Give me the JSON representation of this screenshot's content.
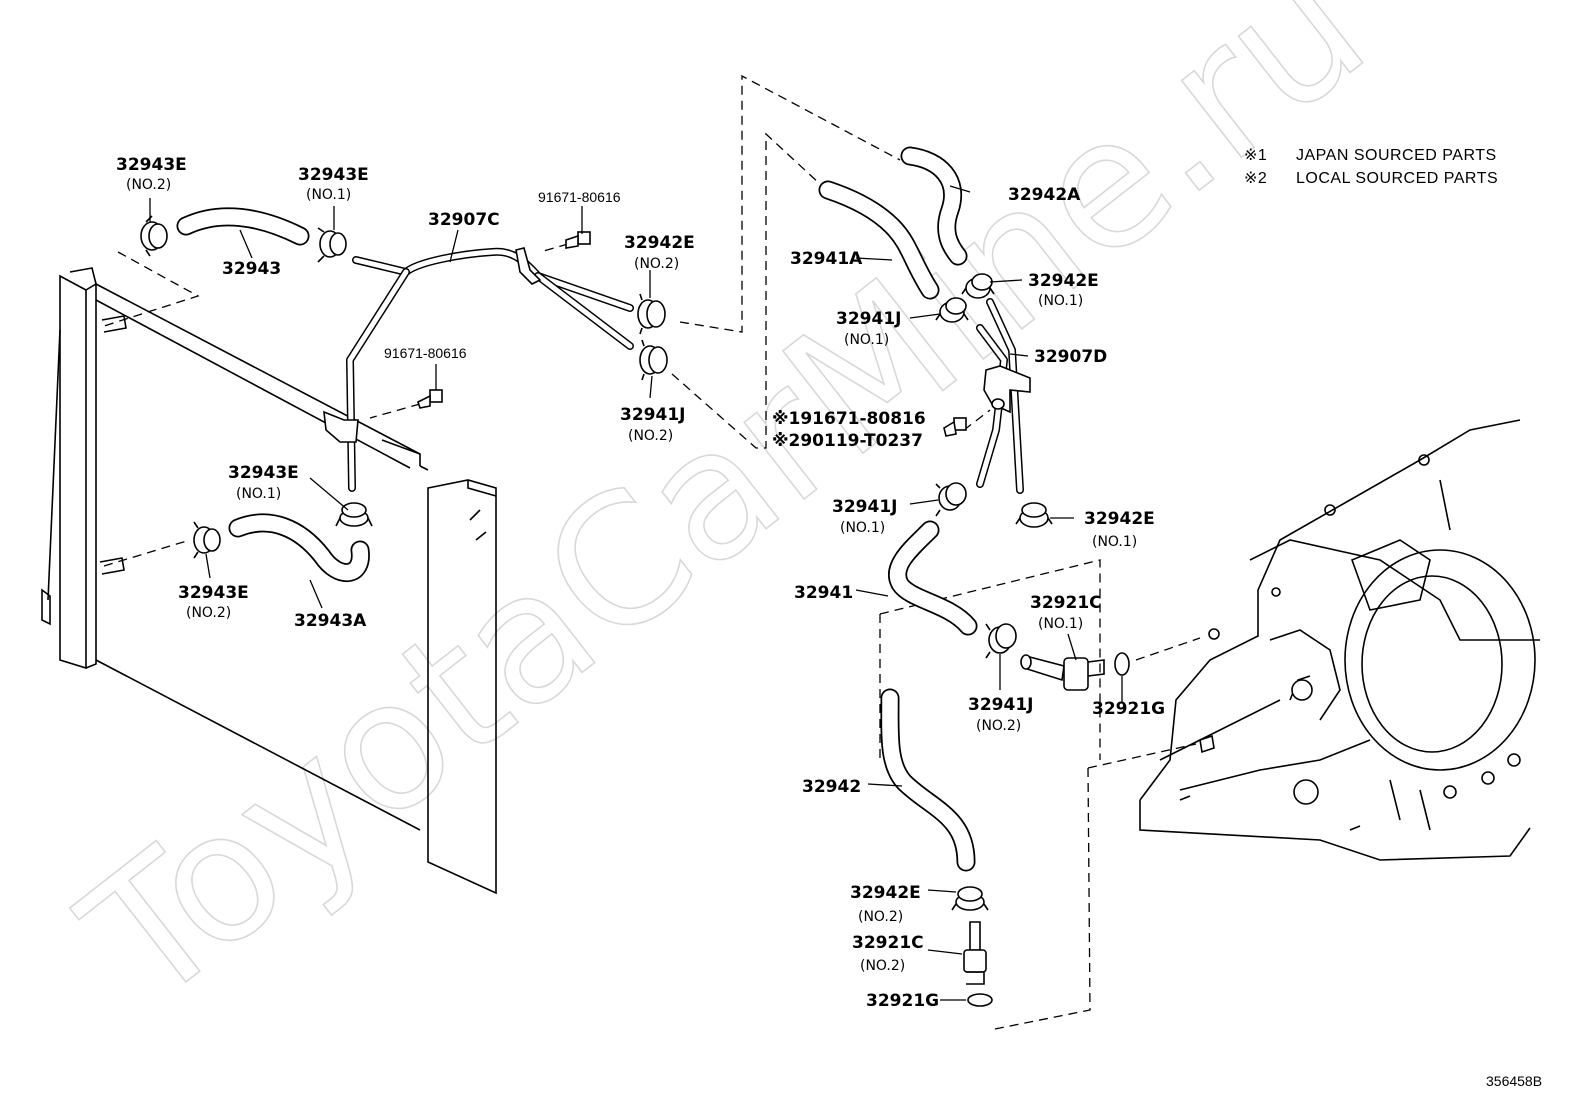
{
  "diagram": {
    "watermark": "ToyotaCarMine.ru",
    "legend": [
      {
        "mark": "※1",
        "text": "JAPAN SOURCED PARTS"
      },
      {
        "mark": "※2",
        "text": "LOCAL SOURCED PARTS"
      }
    ],
    "diagram_id": "356458B",
    "callouts": [
      {
        "part": "32943E",
        "sub": "(NO.2)"
      },
      {
        "part": "32943E",
        "sub": "(NO.1)"
      },
      {
        "part": "32943",
        "sub": ""
      },
      {
        "part": "32907C",
        "sub": ""
      },
      {
        "part": "91671-80616",
        "sub": ""
      },
      {
        "part": "32942E",
        "sub": "(NO.2)"
      },
      {
        "part": "91671-80616",
        "sub": ""
      },
      {
        "part": "32941J",
        "sub": "(NO.2)"
      },
      {
        "part": "32943E",
        "sub": "(NO.1)"
      },
      {
        "part": "32943E",
        "sub": "(NO.2)"
      },
      {
        "part": "32943A",
        "sub": ""
      },
      {
        "part": "32942A",
        "sub": ""
      },
      {
        "part": "32941A",
        "sub": ""
      },
      {
        "part": "32942E",
        "sub": "(NO.1)"
      },
      {
        "part": "32941J",
        "sub": "(NO.1)"
      },
      {
        "part": "32907D",
        "sub": ""
      },
      {
        "part": "※191671-80816",
        "sub": ""
      },
      {
        "part": "※290119-T0237",
        "sub": ""
      },
      {
        "part": "32941J",
        "sub": "(NO.1)"
      },
      {
        "part": "32942E",
        "sub": "(NO.1)"
      },
      {
        "part": "32941",
        "sub": ""
      },
      {
        "part": "32921C",
        "sub": "(NO.1)"
      },
      {
        "part": "32941J",
        "sub": "(NO.2)"
      },
      {
        "part": "32921G",
        "sub": ""
      },
      {
        "part": "32942",
        "sub": ""
      },
      {
        "part": "32942E",
        "sub": "(NO.2)"
      },
      {
        "part": "32921C",
        "sub": "(NO.2)"
      },
      {
        "part": "32921G",
        "sub": ""
      }
    ]
  }
}
